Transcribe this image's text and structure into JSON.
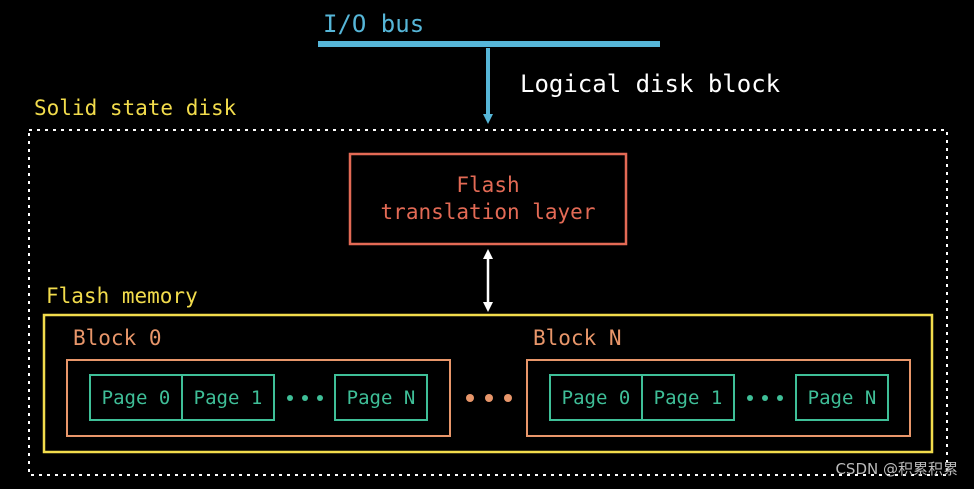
{
  "bus": {
    "label": "I/O bus",
    "arrow_label": "Logical disk block"
  },
  "ssd": {
    "label": "Solid state disk",
    "ftl": {
      "line1": "Flash",
      "line2": "translation layer"
    },
    "flash_memory": {
      "label": "Flash memory",
      "blocks": [
        {
          "label": "Block 0",
          "pages": [
            "Page 0",
            "Page 1",
            "Page N"
          ]
        },
        {
          "label": "Block N",
          "pages": [
            "Page 0",
            "Page 1",
            "Page N"
          ]
        }
      ]
    }
  },
  "watermark": "CSDN @积累积累",
  "colors": {
    "background": "#000000",
    "bus": "#56b6d8",
    "ssd_border": "#ffffff",
    "ftl": "#e36a55",
    "flash_memory": "#f2dc4c",
    "block": "#e8966a",
    "page": "#3fbf98",
    "label_white": "#ffffff",
    "watermark": "#bbbbbb"
  }
}
